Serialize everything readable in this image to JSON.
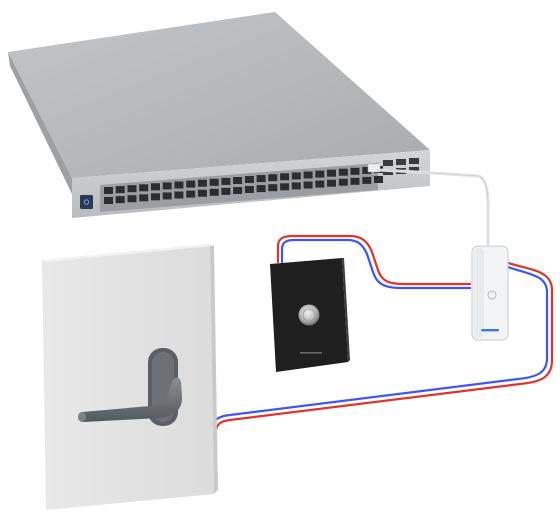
{
  "scene": {
    "kind": "product-illustration",
    "items": [
      {
        "id": "switch",
        "icon": "network-switch-icon"
      },
      {
        "id": "door",
        "icon": "door-icon"
      },
      {
        "id": "door-handle",
        "icon": "lever-handle-icon"
      },
      {
        "id": "exit-button",
        "icon": "exit-button-icon"
      },
      {
        "id": "access-hub",
        "icon": "access-hub-icon"
      },
      {
        "id": "cables",
        "icon": "cable-icon"
      }
    ],
    "colors": {
      "switch_body": "#b4b6b8",
      "switch_front": "#c9cbcd",
      "door_panel": "#e3e3e3",
      "handle": "#6f7276",
      "exit_plate": "#1f1f1f",
      "hub_body": "#f3f4f5",
      "status_led": "#2f7bff",
      "cable_red": "#e2332a",
      "cable_blue": "#3c56ff"
    }
  }
}
